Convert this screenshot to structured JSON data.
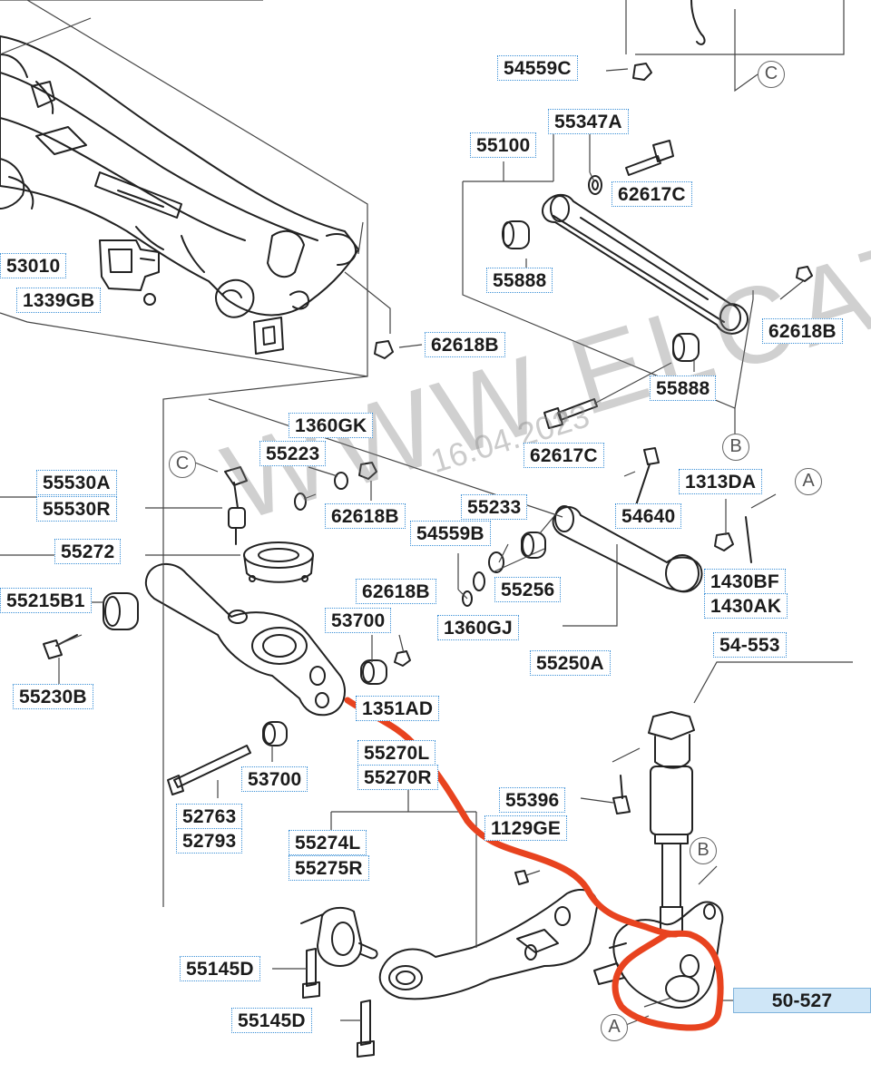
{
  "watermark": "WWW.ELCATS.RU",
  "date_stamp": "16.04.2023",
  "colors": {
    "callout_border": "#3a8fd6",
    "highlight_fill": "#cfe6f7",
    "annotation_red": "#e8431f",
    "line_art": "#222222"
  },
  "callouts": {
    "c54559C": "54559C",
    "c55347A": "55347A",
    "c55100": "55100",
    "c62617C_top": "62617C",
    "c53010": "53010",
    "c1339GB": "1339GB",
    "c55888_top": "55888",
    "c62618B_right": "62618B",
    "c62618B_mid": "62618B",
    "c55888_bottom": "55888",
    "c1360GK": "1360GK",
    "c55223": "55223",
    "c62617C_mid": "62617C",
    "c55530A": "55530A",
    "c55530R": "55530R",
    "c62618B_left": "62618B",
    "c55233": "55233",
    "c54640": "54640",
    "c1313DA": "1313DA",
    "c54559B": "54559B",
    "c55272": "55272",
    "c55256": "55256",
    "c1430BF": "1430BF",
    "c1430AK": "1430AK",
    "c62618B_low": "62618B",
    "c55215B1": "55215B1",
    "c53700_top": "53700",
    "c1360GJ": "1360GJ",
    "c55250A": "55250A",
    "c54553": "54-553",
    "c55230B": "55230B",
    "c1351AD": "1351AD",
    "c55270L": "55270L",
    "c55270R": "55270R",
    "c53700_bottom": "53700",
    "c55396": "55396",
    "c52763": "52763",
    "c52793": "52793",
    "c1129GE": "1129GE",
    "c55274L": "55274L",
    "c55275R": "55275R",
    "c55145D_a": "55145D",
    "c55145D_b": "55145D",
    "c50527": "50-527"
  },
  "markers": {
    "C_top": "C",
    "C_left": "C",
    "B_mid": "B",
    "A_right": "A",
    "B_bottom": "B",
    "A_bottom": "A"
  }
}
